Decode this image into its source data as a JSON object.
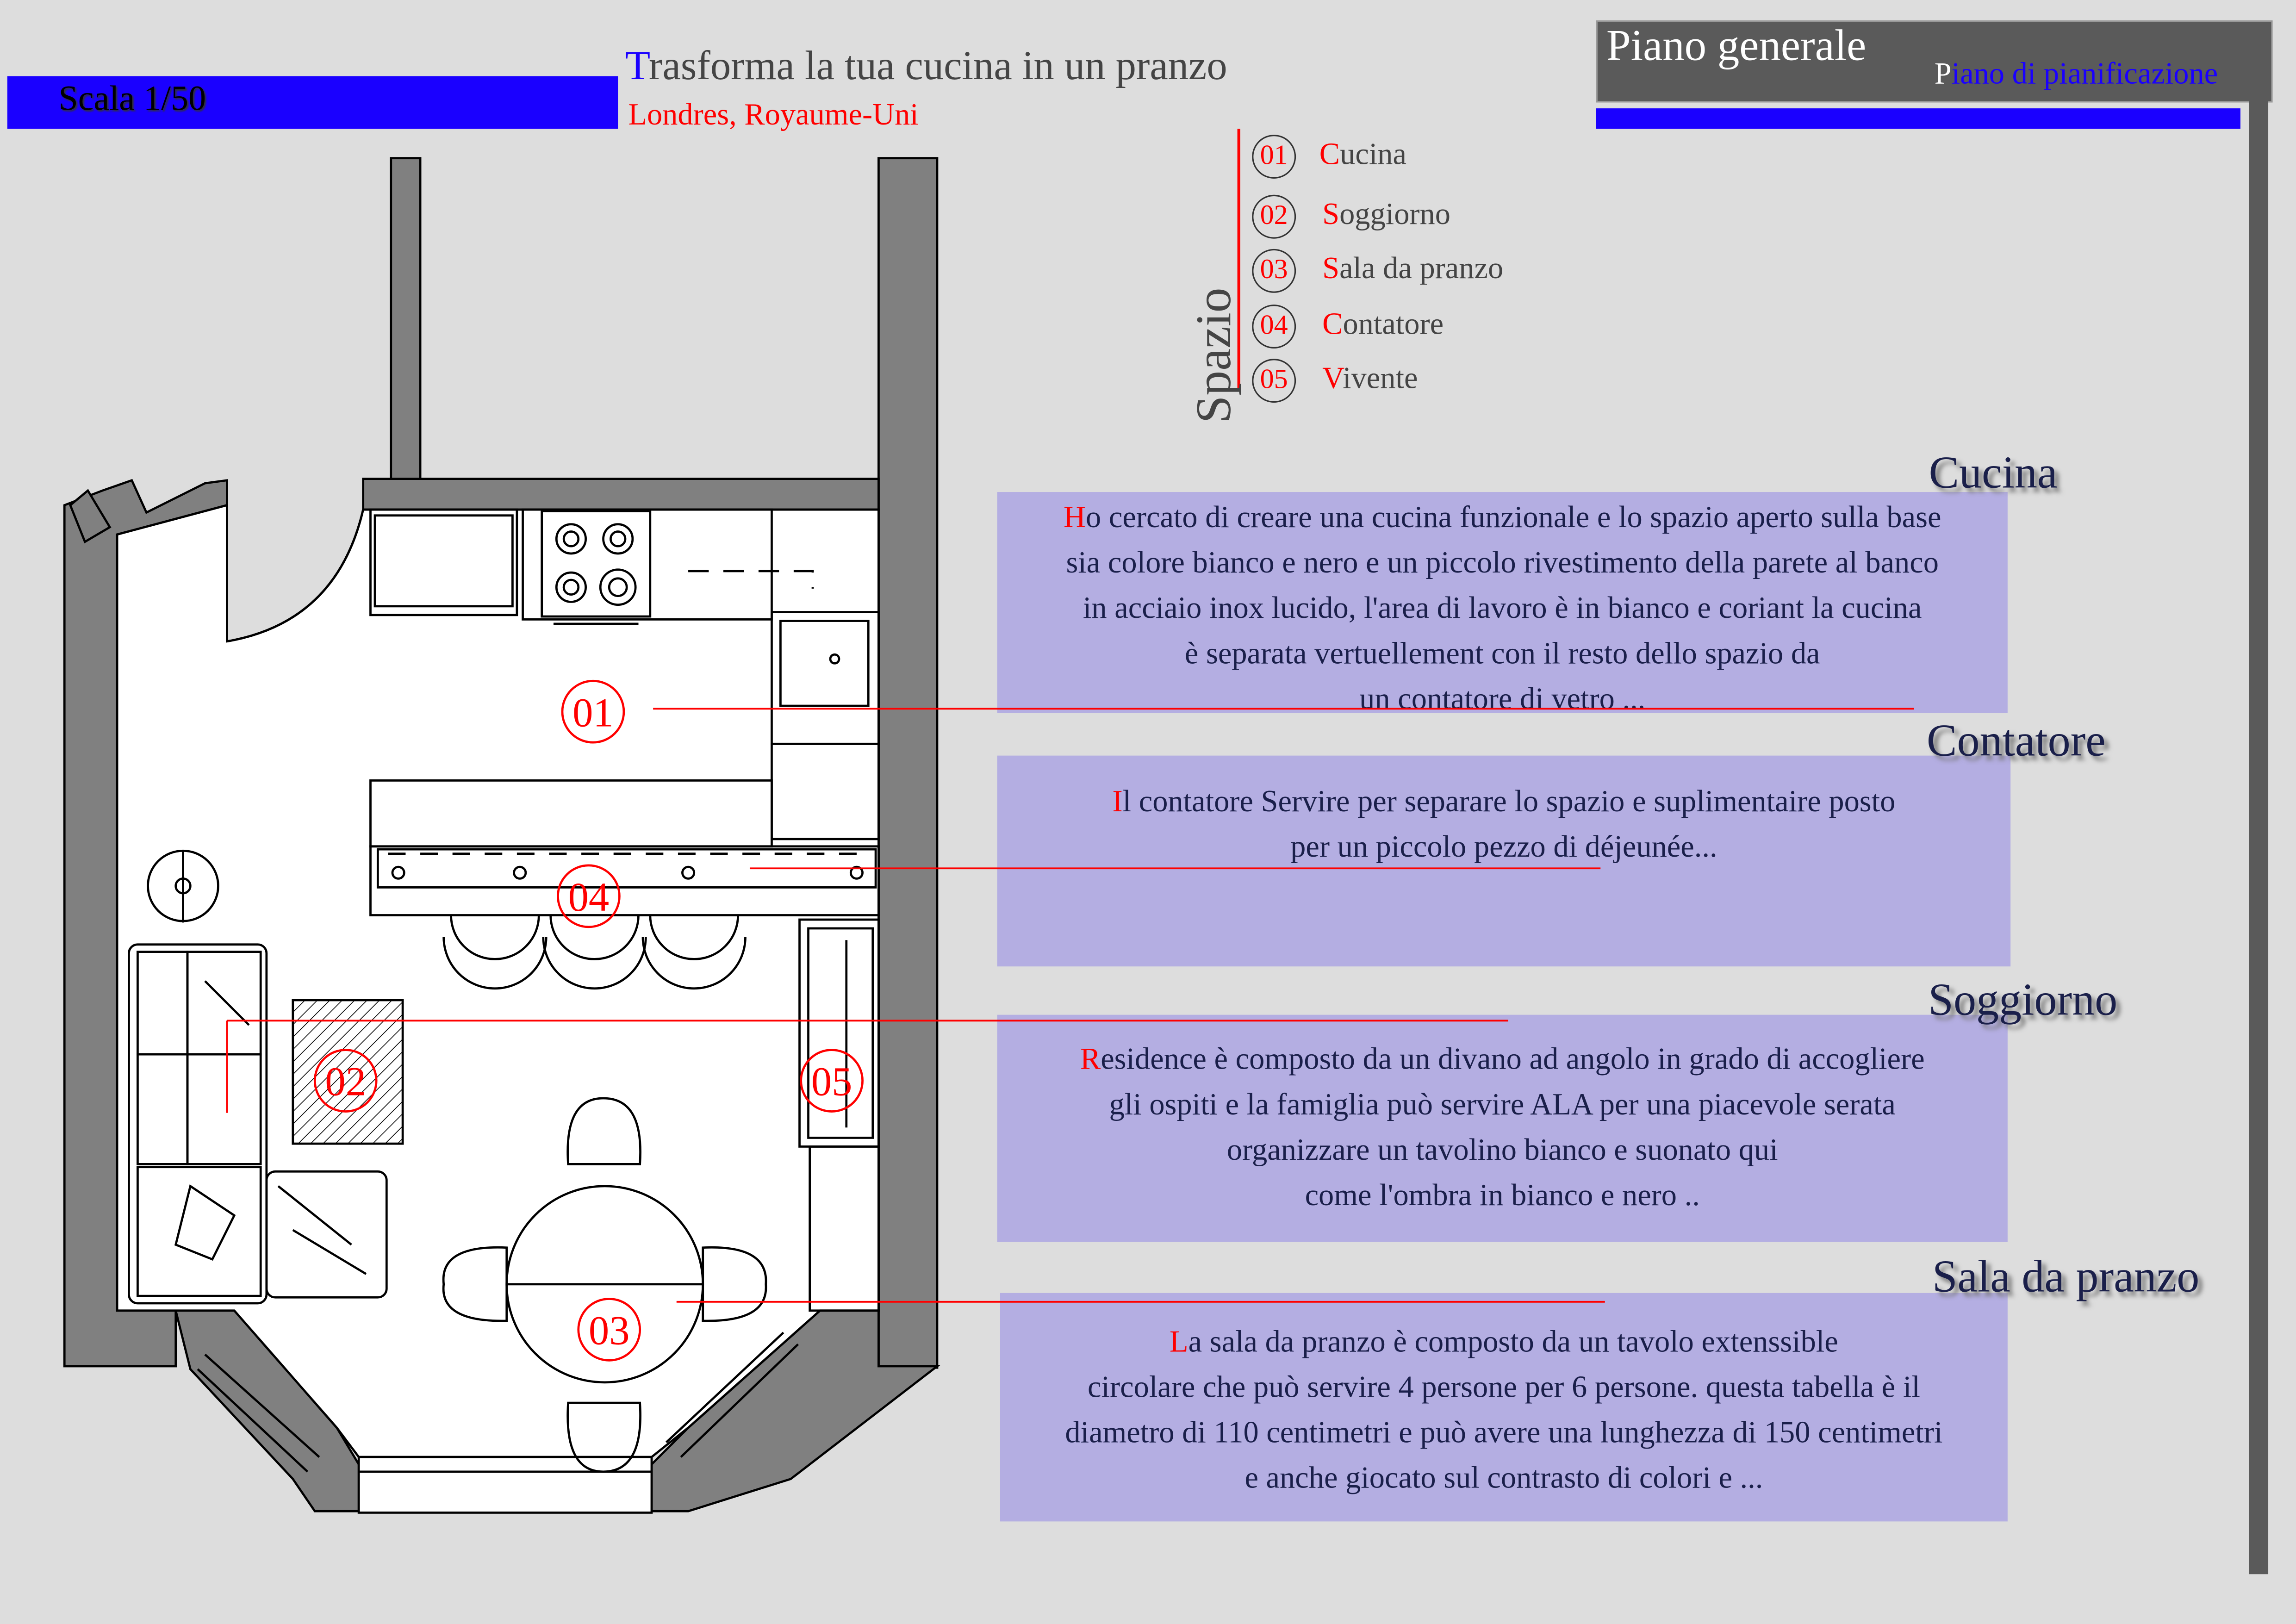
{
  "header": {
    "scale_label": "Scala 1/50",
    "title_first": "T",
    "title_rest": "rasforma la tua cucina in un pranzo",
    "location": "Londres, Royaume-Uni"
  },
  "panel": {
    "title": "Piano generale",
    "subtitle_first": "P",
    "subtitle_rest": "iano di pianificazione"
  },
  "legend": {
    "heading": "Spazio",
    "items": [
      {
        "num": "01",
        "first": "C",
        "rest": "ucina"
      },
      {
        "num": "02",
        "first": "S",
        "rest": "oggiorno"
      },
      {
        "num": "03",
        "first": "S",
        "rest": "ala da pranzo"
      },
      {
        "num": "04",
        "first": "C",
        "rest": "ontatore"
      },
      {
        "num": "05",
        "first": "V",
        "rest": "ivente"
      }
    ]
  },
  "sections": [
    {
      "heading": "Cucina",
      "first": "H",
      "lines": [
        "o cercato di creare una cucina funzionale e lo spazio aperto sulla base",
        "sia colore bianco e nero e un piccolo rivestimento della parete al banco",
        "in acciaio inox lucido, l'area di lavoro è in bianco e coriant la cucina",
        "è separata vertuellement con il resto dello spazio da",
        "un contatore di vetro ..."
      ]
    },
    {
      "heading": "Contatore",
      "first": "I",
      "lines": [
        "l contatore Servire per separare lo spazio e suplimentaire posto",
        "per un piccolo pezzo di déjeunée..."
      ]
    },
    {
      "heading": "Soggiorno",
      "first": "R",
      "lines": [
        "esidence è composto da un divano ad angolo in grado di accogliere",
        "gli ospiti e la famiglia può servire ALA per una piacevole serata",
        "organizzare un tavolino bianco e suonato qui",
        "come l'ombra in bianco e nero .."
      ]
    },
    {
      "heading": "Sala da pranzo",
      "first": "L",
      "lines": [
        "a sala da pranzo è composto da un tavolo extenssible",
        "circolare che può servire 4 persone per 6 persone. questa tabella è il",
        "diametro di 110 centimetri e può avere una lunghezza di 150 centimetri",
        "e anche giocato sul contrasto di colori e ..."
      ]
    }
  ],
  "plan_markers": [
    "01",
    "04",
    "02",
    "05",
    "03"
  ],
  "colors": {
    "accent_blue": "#1a00ff",
    "accent_red": "#ff0000",
    "box_fill": "#b4aee2",
    "wall": "#808080"
  }
}
